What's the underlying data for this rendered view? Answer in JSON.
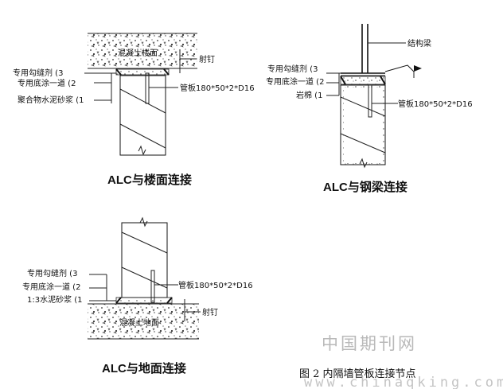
{
  "diagram": {
    "floor_conn": {
      "title": "ALC与楼面连接",
      "concrete_label": "混凝土楼面",
      "nail_label": "射钉",
      "pipe_label": "管板180*50*2*D16",
      "layers": [
        "专用勾缝剂 (3",
        "专用底涂一道 (2",
        "聚合物水泥砂浆 (1"
      ]
    },
    "beam_conn": {
      "title": "ALC与钢梁连接",
      "beam_label": "结构梁",
      "pipe_label": "管板180*50*2*D16",
      "layers": [
        "专用勾缝剂 (3",
        "专用底涂一道 (2",
        "岩棉 (1"
      ]
    },
    "ground_conn": {
      "title": "ALC与地面连接",
      "concrete_label": "混凝土地面",
      "nail_label": "射钉",
      "pipe_label": "管板180*50*2*D16",
      "layers": [
        "专用勾缝剂 (3",
        "专用底涂一道 (2",
        "1:3水泥砂浆 (1"
      ]
    }
  },
  "caption": "图 2  内隔墙管板连接节点",
  "watermark": {
    "cn": "中国期刊网",
    "url": "www.chinaqking.com"
  }
}
